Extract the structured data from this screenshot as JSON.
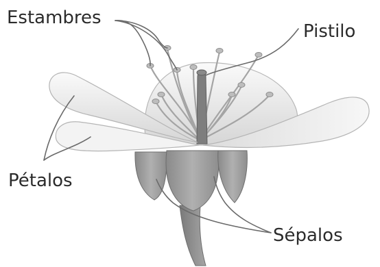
{
  "labels": {
    "stamens": "Estambres",
    "pistil": "Pistilo",
    "petals": "Pétalos",
    "sepals": "Sépalos"
  },
  "colors": {
    "petal_light": "#f1f1f1",
    "petal_shadow": "#c9c9c9",
    "sepal": "#9a9a9a",
    "sepal_dark": "#7d7d7d",
    "stem": "#8c8c8c",
    "stamen": "#a8a8a8",
    "pistil": "#7a7a7a",
    "leader_line": "#6a6a6a",
    "label_text": "#2b2b2b"
  }
}
